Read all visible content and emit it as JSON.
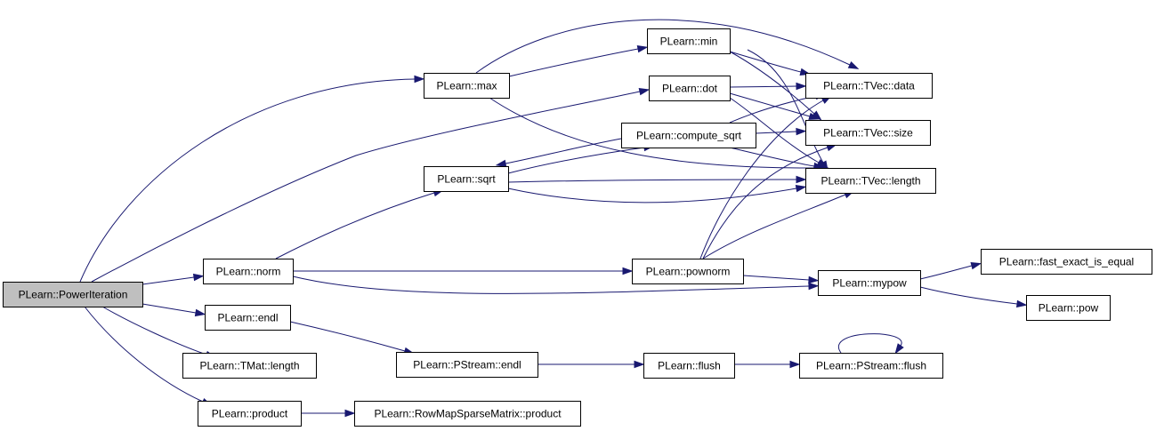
{
  "nodes": {
    "power_iteration": "PLearn::PowerIteration",
    "max": "PLearn::max",
    "min": "PLearn::min",
    "dot": "PLearn::dot",
    "compute_sqrt": "PLearn::compute_sqrt",
    "sqrt": "PLearn::sqrt",
    "tvec_data": "PLearn::TVec::data",
    "tvec_size": "PLearn::TVec::size",
    "tvec_length": "PLearn::TVec::length",
    "norm": "PLearn::norm",
    "pownorm": "PLearn::pownorm",
    "mypow": "PLearn::mypow",
    "fast_exact_is_equal": "PLearn::fast_exact_is_equal",
    "pow": "PLearn::pow",
    "endl": "PLearn::endl",
    "pstream_endl": "PLearn::PStream::endl",
    "flush": "PLearn::flush",
    "pstream_flush": "PLearn::PStream::flush",
    "tmat_length": "PLearn::TMat::length",
    "product": "PLearn::product",
    "rowmap_product": "PLearn::RowMapSparseMatrix::product"
  },
  "edges": [
    [
      "power_iteration",
      "max"
    ],
    [
      "power_iteration",
      "dot"
    ],
    [
      "power_iteration",
      "norm"
    ],
    [
      "power_iteration",
      "endl"
    ],
    [
      "power_iteration",
      "tmat_length"
    ],
    [
      "power_iteration",
      "product"
    ],
    [
      "max",
      "min"
    ],
    [
      "max",
      "tvec_data"
    ],
    [
      "max",
      "tvec_length"
    ],
    [
      "min",
      "tvec_data"
    ],
    [
      "min",
      "tvec_size"
    ],
    [
      "min",
      "tvec_length"
    ],
    [
      "dot",
      "tvec_data"
    ],
    [
      "dot",
      "tvec_size"
    ],
    [
      "dot",
      "tvec_length"
    ],
    [
      "compute_sqrt",
      "sqrt"
    ],
    [
      "compute_sqrt",
      "tvec_data"
    ],
    [
      "compute_sqrt",
      "tvec_size"
    ],
    [
      "compute_sqrt",
      "tvec_length"
    ],
    [
      "sqrt",
      "compute_sqrt"
    ],
    [
      "sqrt",
      "tvec_length"
    ],
    [
      "norm",
      "sqrt"
    ],
    [
      "norm",
      "pownorm"
    ],
    [
      "norm",
      "mypow"
    ],
    [
      "pownorm",
      "tvec_data"
    ],
    [
      "pownorm",
      "tvec_size"
    ],
    [
      "pownorm",
      "tvec_length"
    ],
    [
      "pownorm",
      "mypow"
    ],
    [
      "mypow",
      "fast_exact_is_equal"
    ],
    [
      "mypow",
      "pow"
    ],
    [
      "endl",
      "pstream_endl"
    ],
    [
      "pstream_endl",
      "flush"
    ],
    [
      "flush",
      "pstream_flush"
    ],
    [
      "pstream_flush",
      "pstream_flush"
    ],
    [
      "product",
      "rowmap_product"
    ]
  ]
}
